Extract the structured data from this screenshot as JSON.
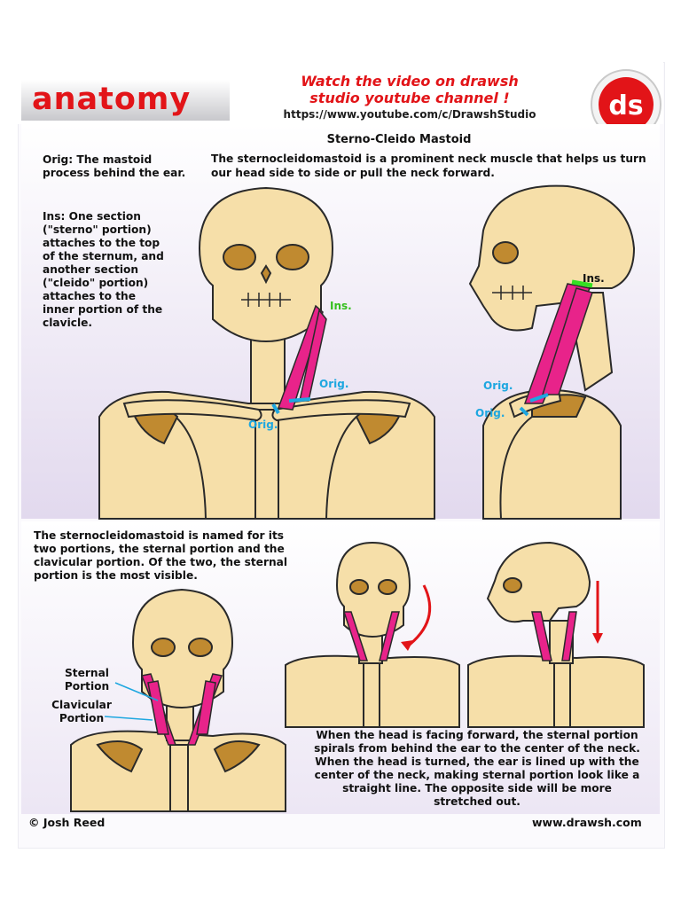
{
  "header": {
    "logo_text": "anatomy",
    "banner_line_1": "Watch the video on drawsh",
    "banner_line_2": "studio youtube channel !",
    "banner_url": "https://www.youtube.com/c/DrawshStudio",
    "ds_logo_text": "ds"
  },
  "title": "Sterno-Cleido Mastoid",
  "description": "The  sternocleidomastoid is a prominent neck muscle that helps us turn our head side to side or pull the neck forward.",
  "origin_text": "Orig: The mastoid process behind the ear.",
  "insertion_text": "Ins: One section\n(\"sterno\" portion)\nattaches to the top\nof the sternum, and\nanother section\n(\"cleido\" portion)\nattaches to the\ninner portion of the\nclavicle.",
  "front_labels": {
    "ins": "Ins.",
    "orig_clavicle": "Orig.",
    "orig_sternum": "Orig."
  },
  "side_labels": {
    "ins": "Ins.",
    "orig_clavicle": "Orig.",
    "orig_sternum": "Orig."
  },
  "named_text": "The sternocleidomastoid is named for its two portions, the sternal portion and the clavicular portion. Of the two, the sternal portion is the most visible.",
  "portion_labels": {
    "sternal": "Sternal\nPortion",
    "clavicular": "Clavicular\nPortion"
  },
  "forward_text": "When the head is facing forward, the sternal portion spirals from behind the ear to the center of the neck.  When the head is turned, the ear is lined up with the center of the neck, making sternal portion look like a straight line.  The opposite side will be more stretched out.",
  "footer": {
    "credit": "© Josh Reed",
    "site": "www.drawsh.com"
  },
  "colors": {
    "accent_red": "#e21418",
    "bone": "#f6dfa9",
    "bone_outline": "#2a2a2a",
    "shoulder_joint": "#c08a30",
    "muscle_pink": "#e8238a",
    "label_blue": "#1ea7e0",
    "attachment_green": "#35e024"
  }
}
